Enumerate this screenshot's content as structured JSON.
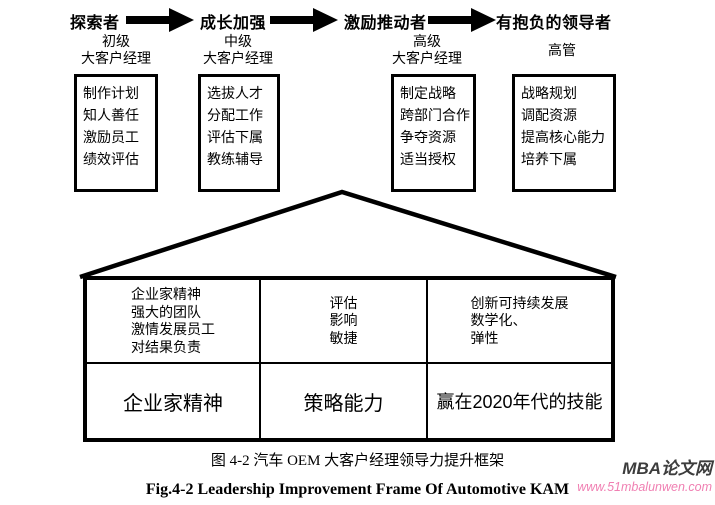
{
  "stages": [
    {
      "label": "探索者"
    },
    {
      "label": "成长加强"
    },
    {
      "label": "激励推动者"
    },
    {
      "label": "有抱负的领导者"
    }
  ],
  "levels": [
    {
      "lines": [
        "初级",
        "大客户经理"
      ]
    },
    {
      "lines": [
        "中级",
        "大客户经理"
      ]
    },
    {
      "lines": [
        "高级",
        "大客户经理"
      ]
    },
    {
      "lines": [
        "高管"
      ]
    }
  ],
  "boxes": [
    {
      "items": [
        "制作计划",
        "知人善任",
        "激励员工",
        "绩效评估"
      ]
    },
    {
      "items": [
        "选拔人才",
        "分配工作",
        "评估下属",
        "教练辅导"
      ]
    },
    {
      "items": [
        "制定战略",
        "跨部门合作",
        "争夺资源",
        "适当授权"
      ]
    },
    {
      "items": [
        "战略规划",
        "调配资源",
        "提高核心能力",
        "培养下属"
      ]
    }
  ],
  "house": {
    "columns": [
      {
        "top_lines": [
          "企业家精神",
          "强大的团队",
          "激情发展员工",
          "对结果负责"
        ],
        "bottom": "企业家精神"
      },
      {
        "top_lines": [
          "评估",
          "影响",
          "敏捷"
        ],
        "bottom": "策略能力"
      },
      {
        "top_lines": [
          "创新可持续发展",
          "数学化、",
          "弹性"
        ],
        "bottom": "赢在2020年代的技能"
      }
    ]
  },
  "captions": {
    "zh": "图 4-2 汽车 OEM 大客户经理领导力提升框架",
    "en": "Fig.4-2 Leadership Improvement Frame Of Automotive KAM"
  },
  "watermark": {
    "title": "MBA论文网",
    "url": "www.51mbalunwen.com",
    "title_color": "#3d3d3d",
    "url_color": "#f07fb2"
  },
  "colors": {
    "ink": "#000000",
    "background": "#ffffff"
  }
}
